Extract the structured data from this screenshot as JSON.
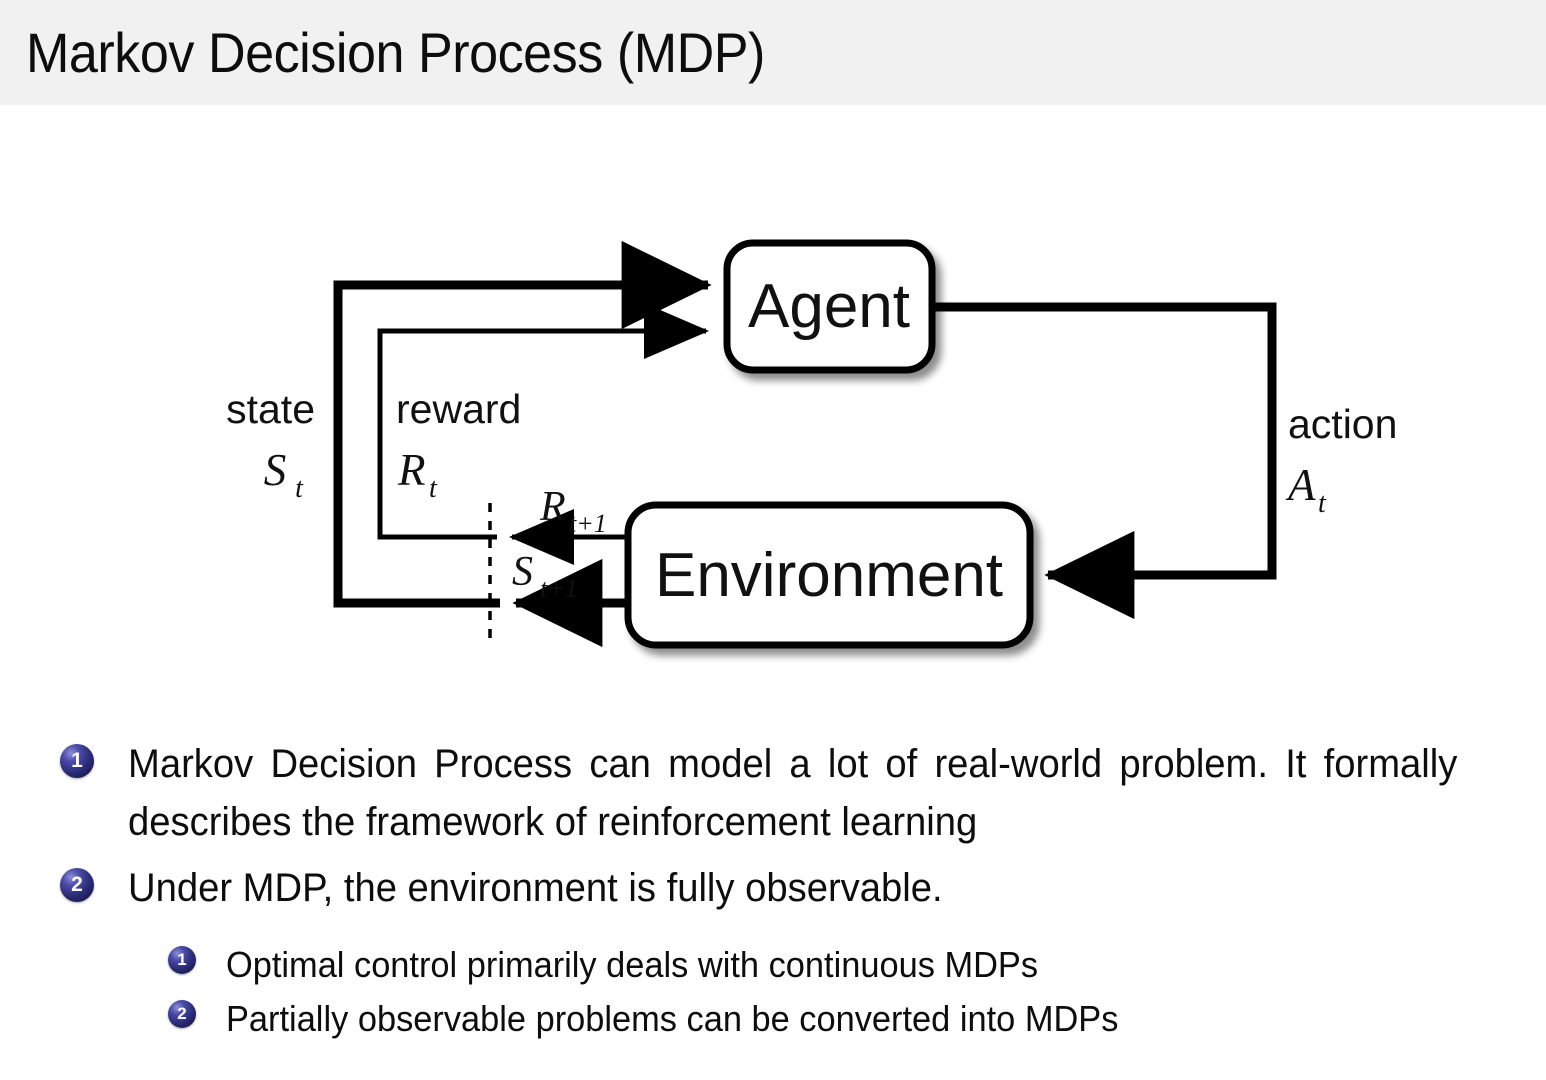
{
  "header": {
    "title": "Markov Decision Process (MDP)",
    "background_color": "#f1f1f1"
  },
  "diagram": {
    "name": "agent-environment-interaction-loop",
    "nodes": {
      "agent": "Agent",
      "environment": "Environment"
    },
    "labels": {
      "state": "state",
      "state_symbol": "S",
      "state_subscript": "t",
      "reward": "reward",
      "reward_symbol": "R",
      "reward_subscript": "t",
      "action": "action",
      "action_symbol": "A",
      "action_subscript": "t",
      "reward_next_symbol": "R",
      "reward_next_subscript": "t+1",
      "state_next_symbol": "S",
      "state_next_subscript": "t+1"
    },
    "stroke_color": "#000000",
    "fill_color": "#ffffff"
  },
  "bullets": {
    "marker_color": "#2a2a74",
    "level1": [
      {
        "number": "1",
        "text": "Markov Decision Process can model a lot of real-world problem. It formally describes the framework of reinforcement learning"
      },
      {
        "number": "2",
        "text": "Under MDP, the environment is fully observable."
      }
    ],
    "level2": [
      {
        "number": "1",
        "text": "Optimal control primarily deals with continuous MDPs"
      },
      {
        "number": "2",
        "text": "Partially observable problems can be converted into MDPs"
      }
    ]
  }
}
